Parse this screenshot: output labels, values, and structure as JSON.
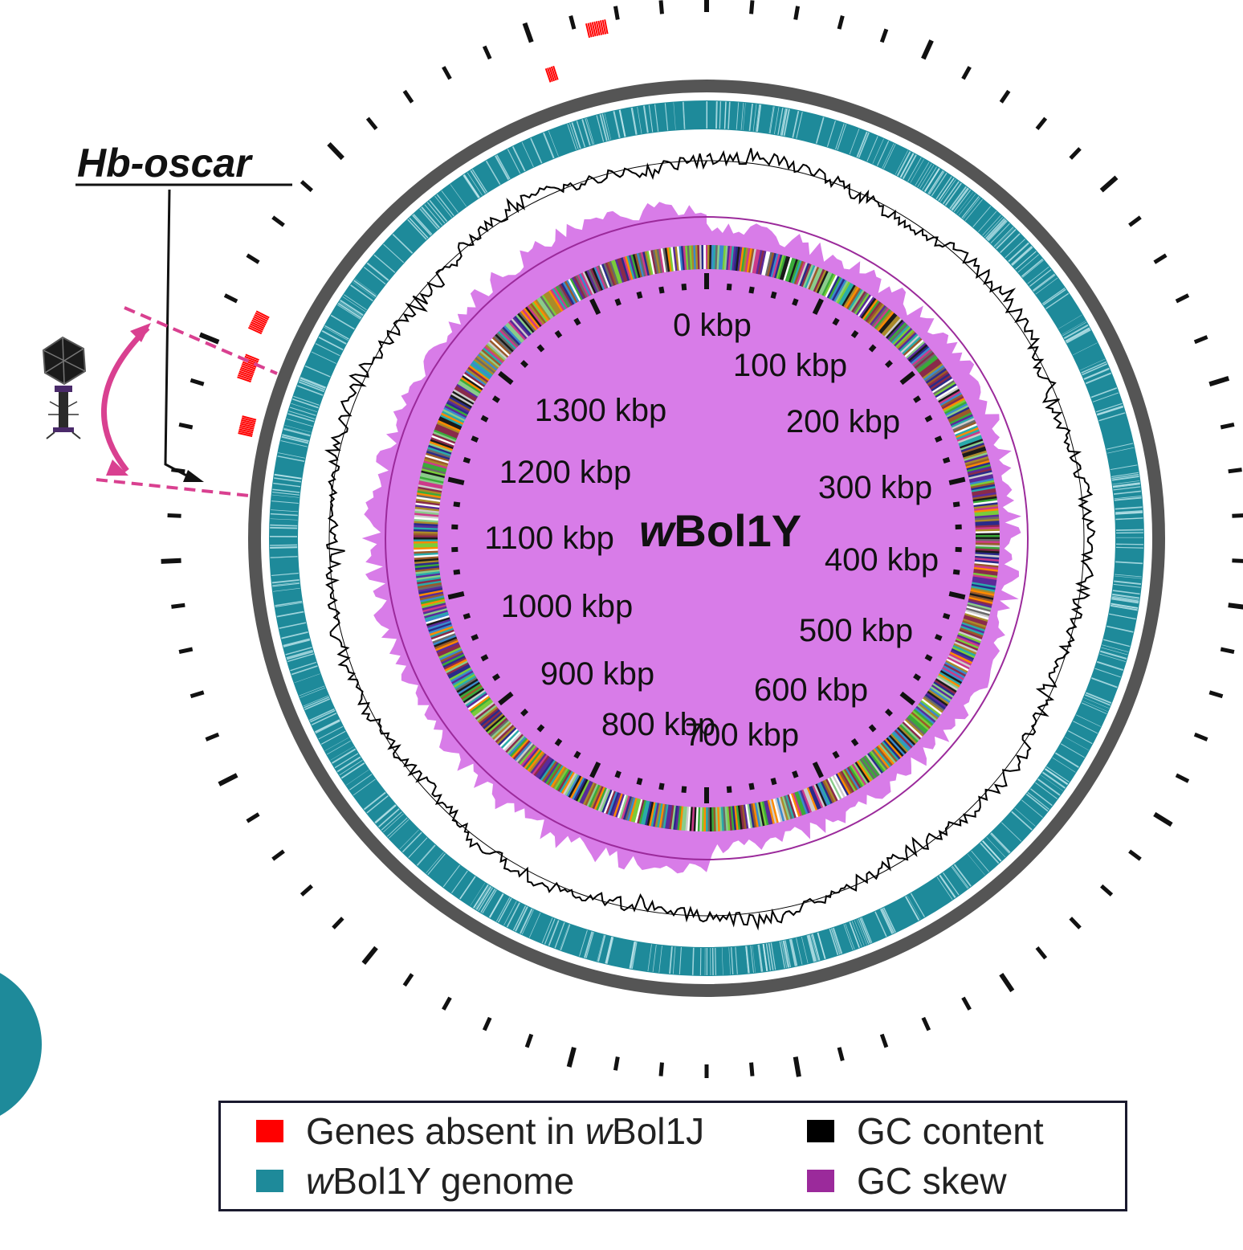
{
  "genome": {
    "name_prefix": "w",
    "name_rest": "Bol1Y",
    "tick_labels": [
      "0 kbp",
      "100 kbp",
      "200 kbp",
      "300 kbp",
      "400 kbp",
      "500 kbp",
      "600 kbp",
      "700 kbp",
      "800 kbp",
      "900 kbp",
      "1000 kbp",
      "1100 kbp",
      "1200 kbp",
      "1300 kbp"
    ]
  },
  "annotation": {
    "label": "Hb-oscar"
  },
  "legend": {
    "items": [
      {
        "prefix": "",
        "text": "Genes absent in ",
        "italic": "w",
        "suffix": "Bol1J",
        "color": "#ff0000"
      },
      {
        "prefix": "w",
        "text": "",
        "italic": "",
        "suffix": "Bol1Y genome",
        "color": "#1e8a9a"
      },
      {
        "prefix": "",
        "text": "GC content",
        "italic": "",
        "suffix": "",
        "color": "#000000"
      },
      {
        "prefix": "",
        "text": "GC skew",
        "italic": "",
        "suffix": "",
        "color": "#9b2a9b"
      }
    ]
  },
  "colors": {
    "backbone": "#555555",
    "genome_ring": "#1e8a9a",
    "gc_content": "#000000",
    "gc_skew": "#d46ee6",
    "absent_genes": "#ff0000",
    "region_marker": "#d94090"
  },
  "icons": [
    "bacteriophage-icon"
  ]
}
